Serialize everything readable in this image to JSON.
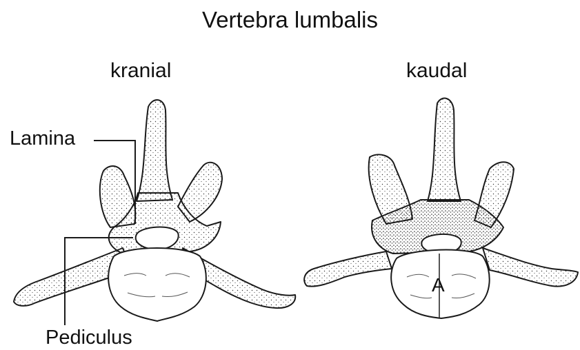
{
  "figure": {
    "title": "Vertebra lumbalis",
    "views": [
      {
        "label": "kranial"
      },
      {
        "label": "kaudal"
      }
    ],
    "labels": {
      "lamina": "Lamina",
      "pediculus": "Pediculus",
      "a_mark": "A"
    },
    "colors": {
      "ink": "#1a1a1a",
      "paper": "#ffffff"
    }
  }
}
